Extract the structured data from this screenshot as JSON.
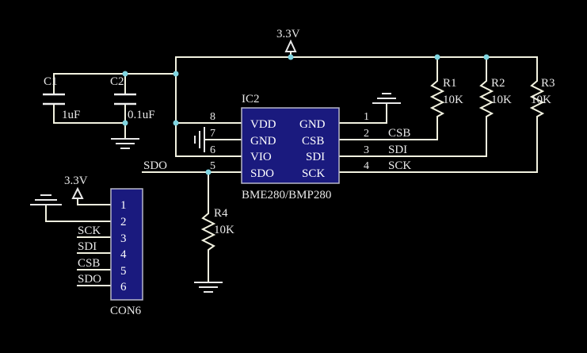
{
  "power": {
    "top_label": "3.3V",
    "con_label": "3.3V"
  },
  "capacitors": {
    "c1": {
      "ref": "C1",
      "value": "1uF"
    },
    "c2": {
      "ref": "C2",
      "value": "0.1uF"
    }
  },
  "ic": {
    "ref": "IC2",
    "part": "BME280/BMP280",
    "left_pins": [
      {
        "num": "8",
        "name": "VDD"
      },
      {
        "num": "7",
        "name": "GND"
      },
      {
        "num": "6",
        "name": "VIO"
      },
      {
        "num": "5",
        "name": "SDO"
      }
    ],
    "right_pins": [
      {
        "num": "1",
        "name": "GND"
      },
      {
        "num": "2",
        "name": "CSB"
      },
      {
        "num": "3",
        "name": "SDI"
      },
      {
        "num": "4",
        "name": "SCK"
      }
    ]
  },
  "nets": {
    "csb": "CSB",
    "sdi": "SDI",
    "sck": "SCK",
    "sdo": "SDO"
  },
  "resistors": {
    "r1": {
      "ref": "R1",
      "value": "10K"
    },
    "r2": {
      "ref": "R2",
      "value": "10K"
    },
    "r3": {
      "ref": "R3",
      "value": "10K"
    },
    "r4": {
      "ref": "R4",
      "value": "10K"
    }
  },
  "connector": {
    "ref": "CON6",
    "pins": [
      "1",
      "2",
      "3",
      "4",
      "5",
      "6"
    ],
    "labels": [
      "SCK",
      "SDI",
      "CSB",
      "SDO"
    ]
  },
  "colors": {
    "background": "#000000",
    "wire": "#f2f2e0",
    "chip_fill": "#1a1a7e",
    "junction": "#7fd4e0"
  }
}
